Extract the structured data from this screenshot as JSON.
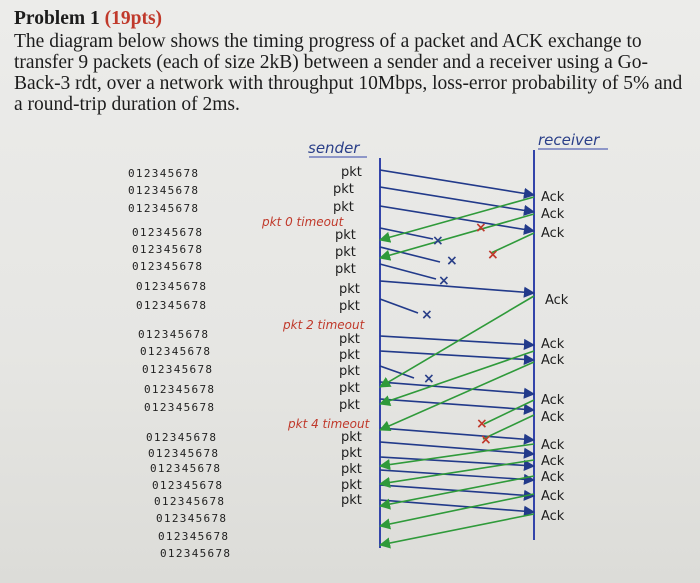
{
  "problem": {
    "title_main": "Problem 1 ",
    "title_points": "(19pts)",
    "body": "The diagram below shows the timing progress of a packet and ACK exchange to transfer 9 packets (each of size 2kB) between a sender and a receiver using a Go-Back-3 rdt, over a network with throughput 10Mbps, loss-error probability of 5% and a round-trip duration of 2ms."
  },
  "diagram": {
    "sender_label": "sender",
    "receiver_label": "receiver",
    "sequence_strip": "012345678",
    "sequence_rows": 21,
    "packet_label": "pkt",
    "packet_count": 19,
    "timeouts": [
      "pkt 0 timeout",
      "pkt 2 timeout",
      "pkt 4 timeout"
    ],
    "ack_label": "Ack",
    "ack_count": 13,
    "colors": {
      "packet_line": "#223a8a",
      "ack_line": "#2f9a3a",
      "timeline": "#3344aa",
      "loss_red": "#c0392b",
      "loss_blue": "#2a3f88"
    }
  }
}
